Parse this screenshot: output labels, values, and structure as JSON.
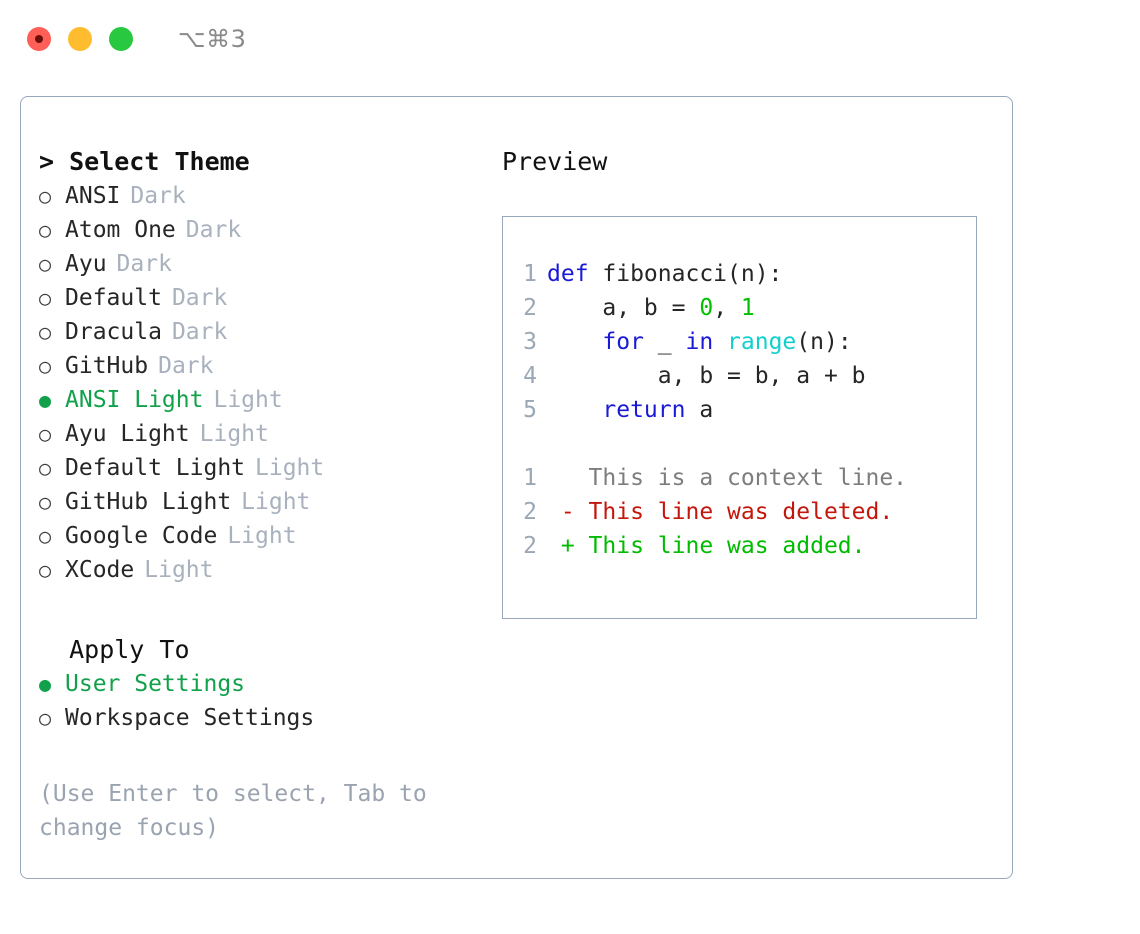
{
  "titlebar": {
    "shortcut": "⌥⌘3",
    "lights": [
      {
        "name": "close",
        "color": "#ff5f57"
      },
      {
        "name": "minimize",
        "color": "#febc2e"
      },
      {
        "name": "maximize",
        "color": "#28c840"
      }
    ]
  },
  "theme_section": {
    "title": "> Select Theme",
    "focused": true,
    "items": [
      {
        "bullet": "○",
        "label": "ANSI",
        "suffix": "Dark",
        "selected": false
      },
      {
        "bullet": "○",
        "label": "Atom One",
        "suffix": "Dark",
        "selected": false
      },
      {
        "bullet": "○",
        "label": "Ayu",
        "suffix": "Dark",
        "selected": false
      },
      {
        "bullet": "○",
        "label": "Default",
        "suffix": "Dark",
        "selected": false
      },
      {
        "bullet": "○",
        "label": "Dracula",
        "suffix": "Dark",
        "selected": false
      },
      {
        "bullet": "○",
        "label": "GitHub",
        "suffix": "Dark",
        "selected": false
      },
      {
        "bullet": "●",
        "label": "ANSI Light",
        "suffix": "Light",
        "selected": true
      },
      {
        "bullet": "○",
        "label": "Ayu Light",
        "suffix": "Light",
        "selected": false
      },
      {
        "bullet": "○",
        "label": "Default Light",
        "suffix": "Light",
        "selected": false
      },
      {
        "bullet": "○",
        "label": "GitHub Light",
        "suffix": "Light",
        "selected": false
      },
      {
        "bullet": "○",
        "label": "Google Code",
        "suffix": "Light",
        "selected": false
      },
      {
        "bullet": "○",
        "label": "XCode",
        "suffix": "Light",
        "selected": false
      }
    ]
  },
  "apply_section": {
    "title": "  Apply To",
    "focused": false,
    "items": [
      {
        "bullet": "●",
        "label": "User Settings",
        "suffix": "",
        "selected": true
      },
      {
        "bullet": "○",
        "label": "Workspace Settings",
        "suffix": "",
        "selected": false
      }
    ]
  },
  "hint": "(Use Enter to select, Tab to change focus)",
  "preview": {
    "heading": "Preview",
    "code_lines": [
      {
        "num": "1",
        "tokens": [
          {
            "t": "def ",
            "c": "kw"
          },
          {
            "t": "fibonacci(n):",
            "c": "pln"
          }
        ]
      },
      {
        "num": "2",
        "tokens": [
          {
            "t": "    a, b = ",
            "c": "pln"
          },
          {
            "t": "0",
            "c": "num"
          },
          {
            "t": ", ",
            "c": "pln"
          },
          {
            "t": "1",
            "c": "num"
          }
        ]
      },
      {
        "num": "3",
        "tokens": [
          {
            "t": "    ",
            "c": "pln"
          },
          {
            "t": "for",
            "c": "kw"
          },
          {
            "t": " _ ",
            "c": "pln"
          },
          {
            "t": "in",
            "c": "kw"
          },
          {
            "t": " ",
            "c": "pln"
          },
          {
            "t": "range",
            "c": "fn"
          },
          {
            "t": "(n):",
            "c": "pln"
          }
        ]
      },
      {
        "num": "4",
        "tokens": [
          {
            "t": "        a, b = b, a + b",
            "c": "pln"
          }
        ]
      },
      {
        "num": "5",
        "tokens": [
          {
            "t": "    ",
            "c": "pln"
          },
          {
            "t": "return",
            "c": "kw"
          },
          {
            "t": " a",
            "c": "pln"
          }
        ]
      }
    ],
    "diff_lines": [
      {
        "num": "1",
        "text": "   This is a context line.",
        "kind": "ctx"
      },
      {
        "num": "2",
        "text": " - This line was deleted.",
        "kind": "del"
      },
      {
        "num": "2",
        "text": " + This line was added.",
        "kind": "add"
      }
    ]
  },
  "colors": {
    "accent_green": "#12a14b",
    "border": "#97a8bc",
    "muted": "#a8b1bd",
    "hint": "#9aa3b0",
    "keyword": "#1a1ad6",
    "function": "#0fcfcf",
    "number": "#00c000",
    "diff_add": "#00bb00",
    "diff_del": "#c4170c",
    "diff_ctx": "#7d7d7d",
    "gutter": "#9aa7b4"
  }
}
